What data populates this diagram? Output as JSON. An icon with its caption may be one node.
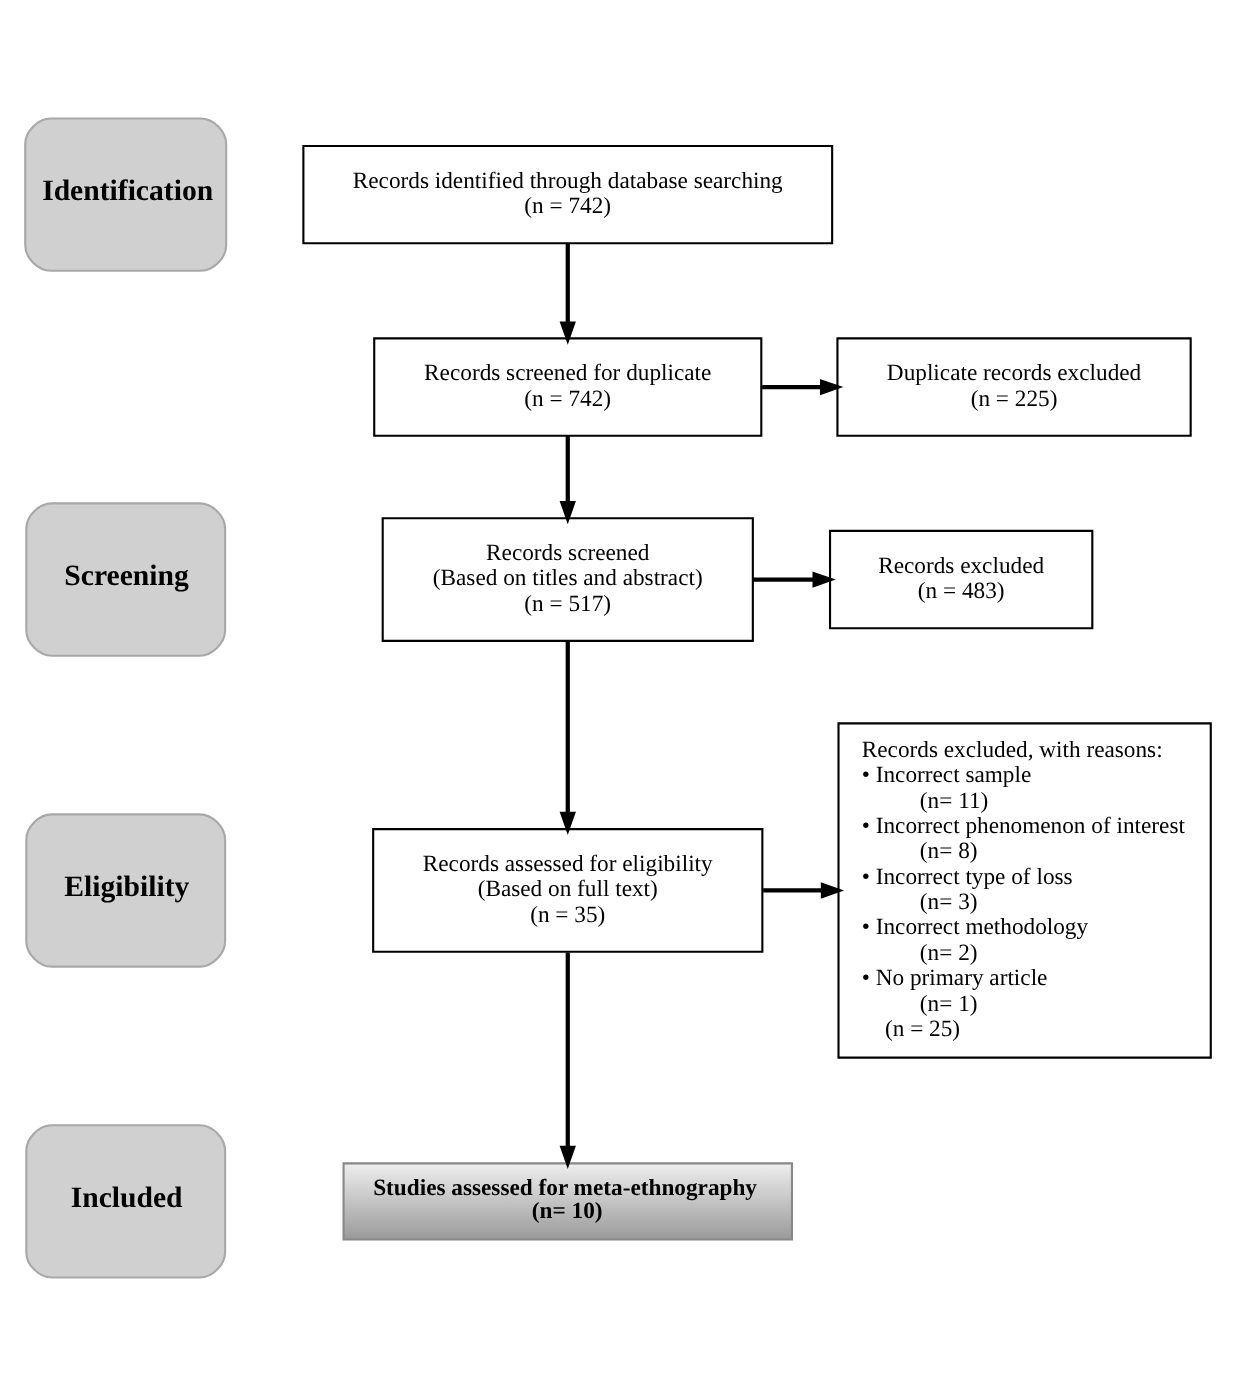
{
  "diagram": {
    "nodes": [
      {
        "text": [
          "Identification"
        ]
      },
      {
        "text": [
          "Screening"
        ]
      },
      {
        "text": [
          "Eligibility"
        ]
      },
      {
        "text": [
          "Included"
        ]
      },
      {
        "text": [
          "Records identified through database searching",
          "(n = 742)"
        ]
      },
      {
        "text": [
          "Records screened for duplicate",
          "(n = 742)"
        ]
      },
      {
        "text": [
          "Duplicate records excluded",
          "(n = 225)"
        ]
      },
      {
        "text": [
          "Records screened",
          "(Based on titles and abstract)",
          "(n = 517)"
        ]
      },
      {
        "text": [
          "Records excluded",
          "(n = 483)"
        ]
      },
      {
        "text": [
          "Records assessed for eligibility",
          "(Based on full text)",
          "(n = 35)"
        ]
      },
      {
        "text": [
          "Records excluded, with reasons:",
          "• Incorrect sample",
          "(n= 11)",
          "• Incorrect phenomenon of interest",
          "(n= 8)",
          "• Incorrect type of loss",
          "(n= 3)",
          "• Incorrect methodology",
          "(n= 2)",
          "• No primary article",
          "(n= 1)",
          "(n = 25)"
        ]
      },
      {
        "text": [
          "Studies assessed for meta-ethnography",
          "(n= 10)"
        ]
      }
    ],
    "edges": [
      {
        "from": 4,
        "to": 5,
        "arrow": "to"
      },
      {
        "from": 5,
        "to": 6,
        "arrow": "to"
      },
      {
        "from": 5,
        "to": 7,
        "arrow": "to"
      },
      {
        "from": 7,
        "to": 8,
        "arrow": "to"
      },
      {
        "from": 7,
        "to": 9,
        "arrow": "to"
      },
      {
        "from": 9,
        "to": 10,
        "arrow": "to"
      },
      {
        "from": 9,
        "to": 11,
        "arrow": "to"
      }
    ]
  }
}
